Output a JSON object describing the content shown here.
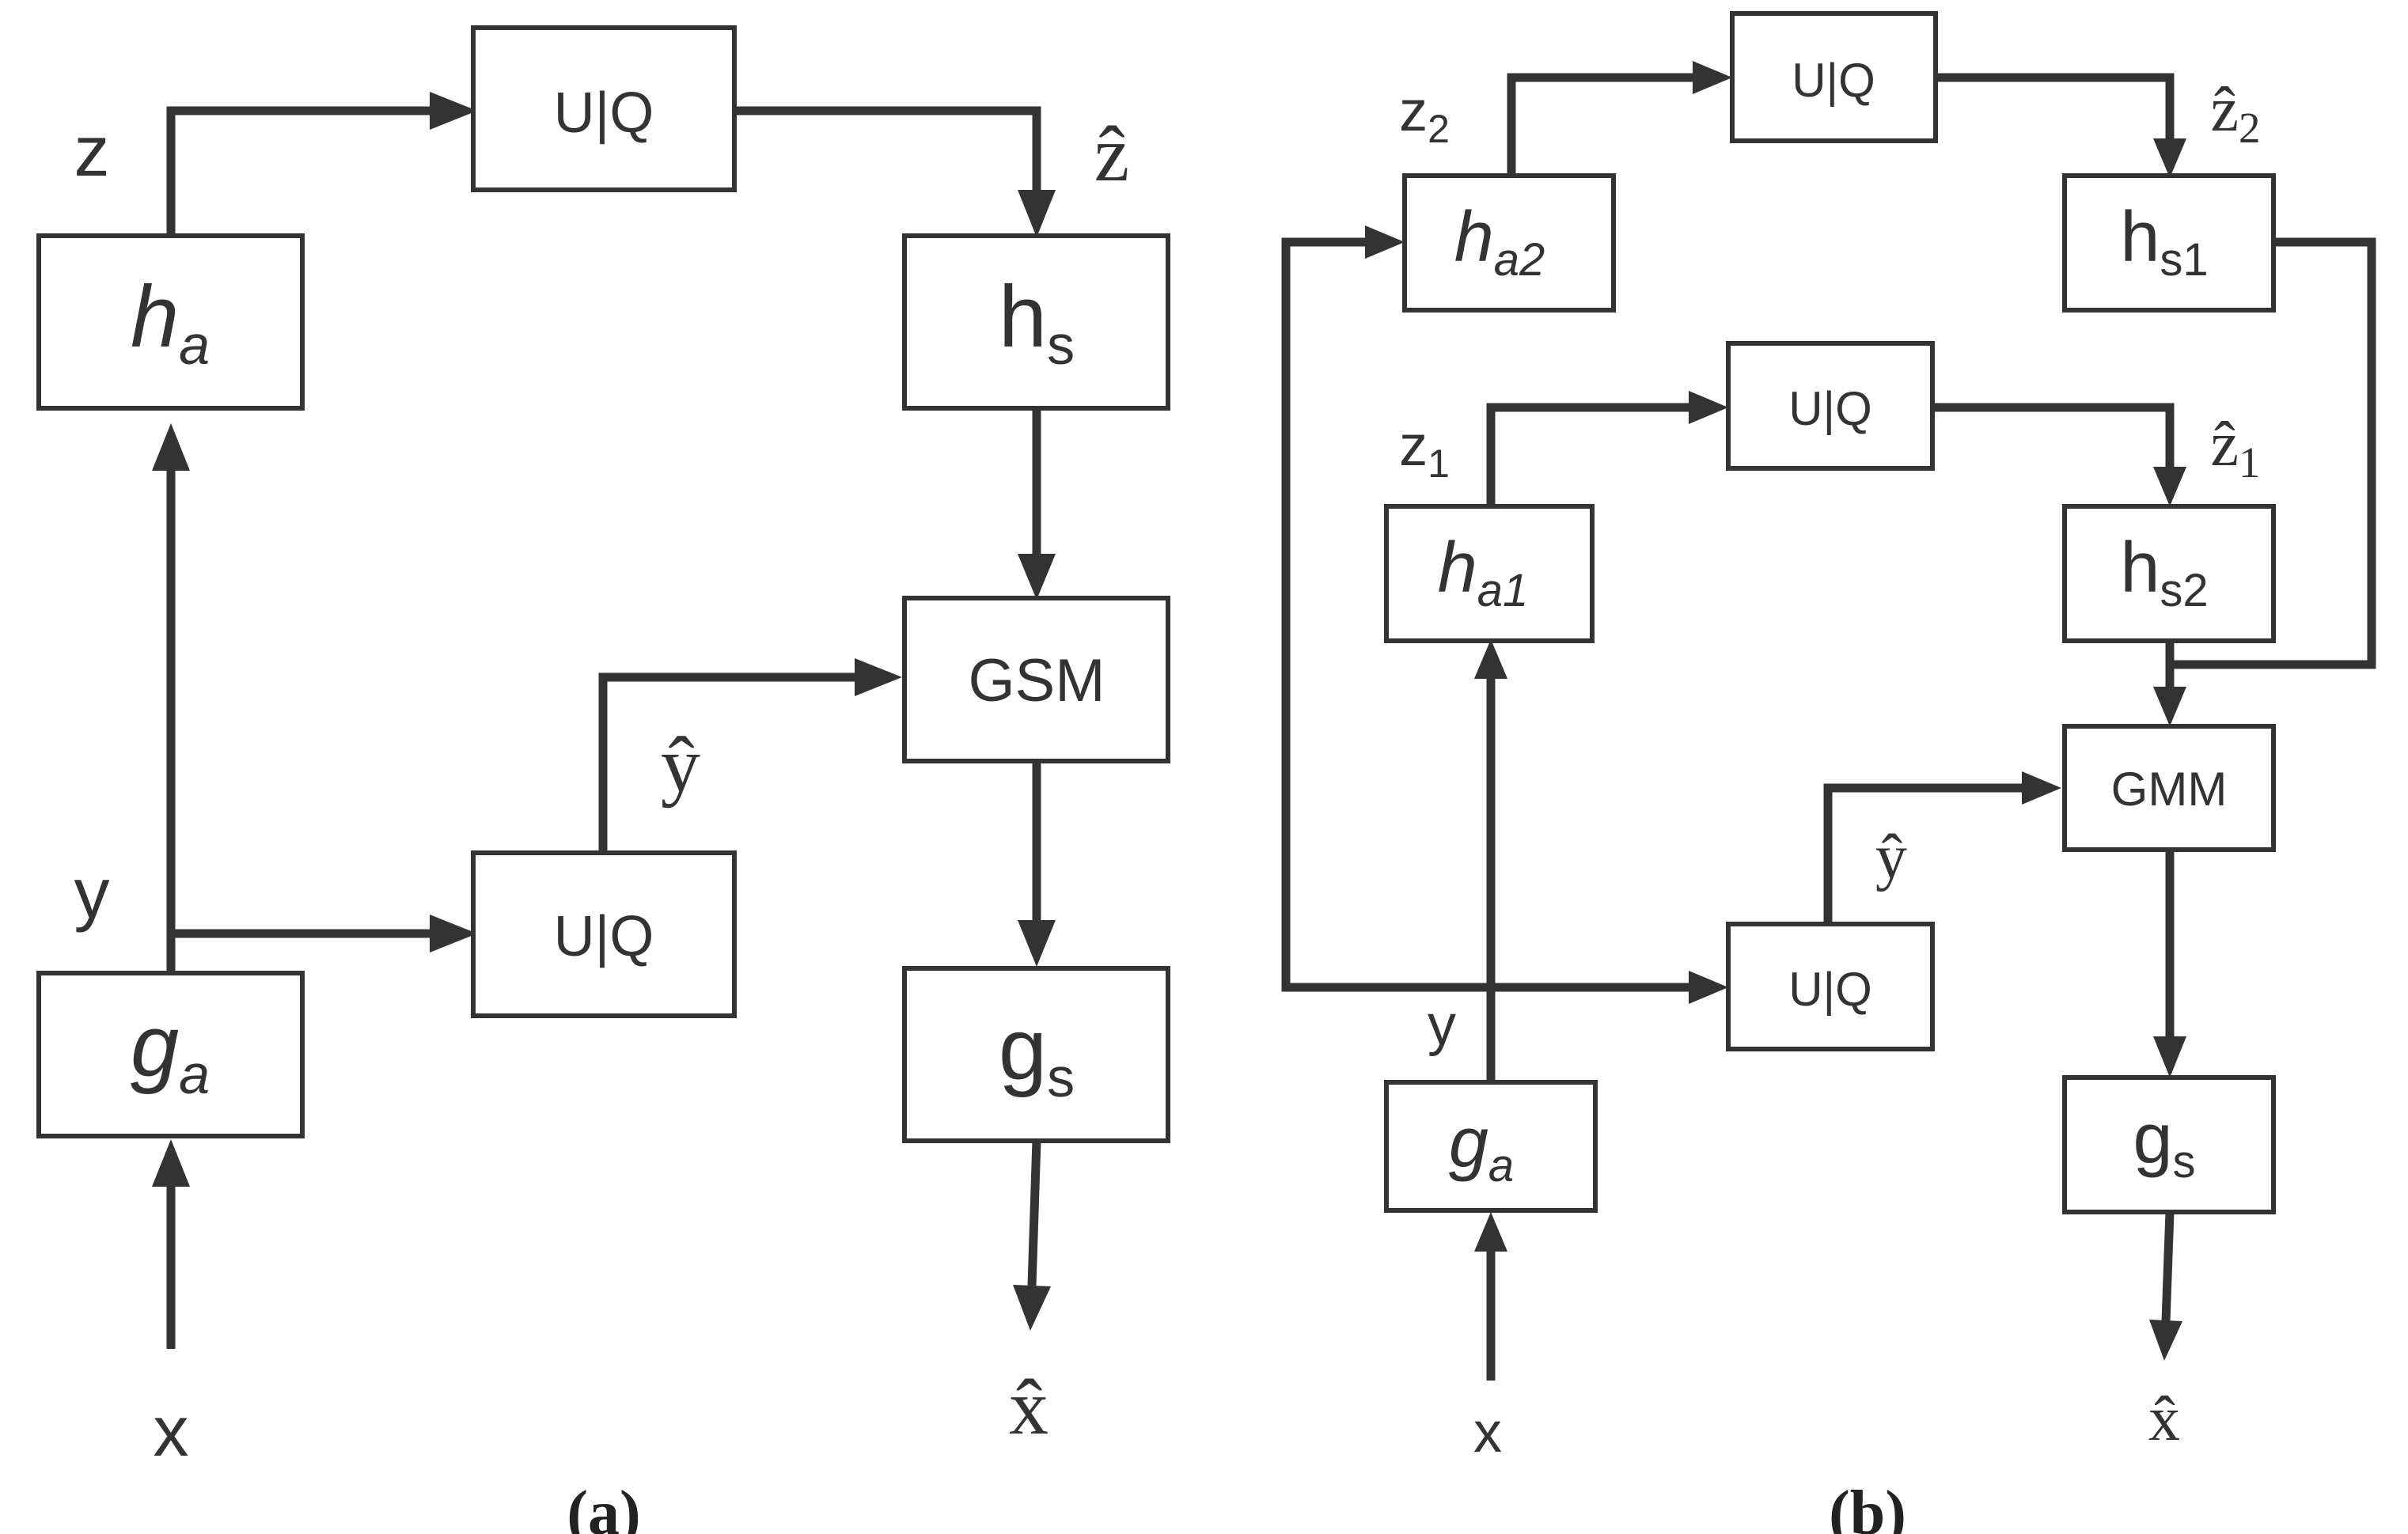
{
  "diagram_a": {
    "boxes": {
      "ha": {
        "base": "h",
        "sub": "a"
      },
      "uq_top": "U|Q",
      "hs": {
        "base": "h",
        "sub": "s"
      },
      "gsm": "GSM",
      "uq_bottom": "U|Q",
      "ga": {
        "base": "g",
        "sub": "a"
      },
      "gs": {
        "base": "g",
        "sub": "s"
      }
    },
    "labels": {
      "z": "z",
      "z_hat": "ẑ",
      "y": "y",
      "y_hat": "ŷ",
      "x": "x",
      "x_hat": "x̂"
    },
    "caption": "(a)"
  },
  "diagram_b": {
    "boxes": {
      "ha2": {
        "base": "h",
        "sub": "a2"
      },
      "uq_top": "U|Q",
      "hs1": {
        "base": "h",
        "sub": "s1"
      },
      "uq_mid": "U|Q",
      "ha1": {
        "base": "h",
        "sub": "a1"
      },
      "hs2": {
        "base": "h",
        "sub": "s2"
      },
      "gmm": "GMM",
      "uq_bottom": "U|Q",
      "ga": {
        "base": "g",
        "sub": "a"
      },
      "gs": {
        "base": "g",
        "sub": "s"
      }
    },
    "labels": {
      "z2": {
        "base": "z",
        "sub": "2"
      },
      "z2_hat": {
        "base": "ẑ",
        "sub": "2"
      },
      "z1": {
        "base": "z",
        "sub": "1"
      },
      "z1_hat": {
        "base": "ẑ",
        "sub": "1"
      },
      "y": "y",
      "y_hat": "ŷ",
      "x": "x",
      "x_hat": "x̂"
    },
    "caption": "(b)"
  },
  "colors": {
    "stroke": "#333333",
    "background": "#ffffff"
  }
}
